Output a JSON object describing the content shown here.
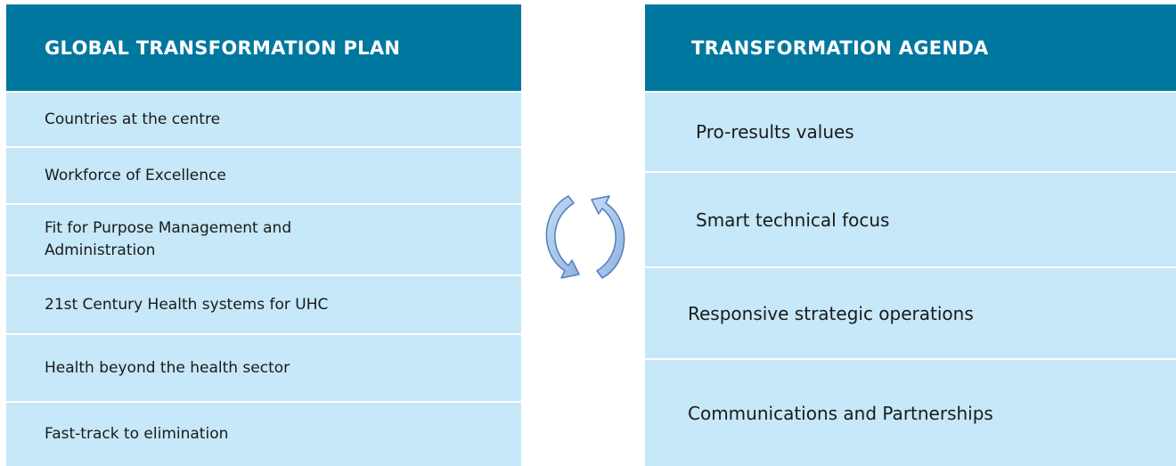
{
  "left_panel": {
    "title": "GLOBAL TRANSFORMATION PLAN",
    "items": [
      {
        "label": "Countries at the centre"
      },
      {
        "label": "Workforce of Excellence"
      },
      {
        "label": "Fit for Purpose Management and Administration"
      },
      {
        "label": "21st Century Health systems for UHC"
      },
      {
        "label": "Health beyond the health sector"
      },
      {
        "label": "Fast-track to elimination"
      }
    ]
  },
  "right_panel": {
    "title": "TRANSFORMATION AGENDA",
    "items": [
      {
        "label": "Pro-results values"
      },
      {
        "label": "Smart technical focus"
      },
      {
        "label": "Responsive strategic operations"
      },
      {
        "label": "Communications and Partnerships"
      }
    ]
  },
  "cycle_icon": "cycle-arrows-icon",
  "colors": {
    "header": "#00779f",
    "item_bg": "#c6e8f8",
    "arrow_fill": "#a9c8ec",
    "arrow_stroke": "#4f7fbf"
  }
}
